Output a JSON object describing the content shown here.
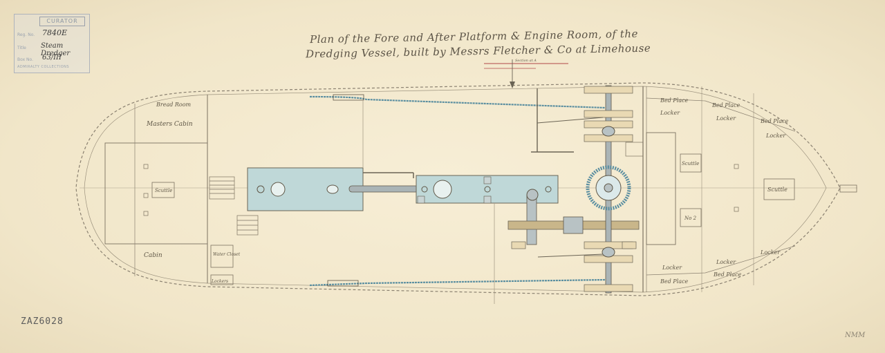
{
  "stamp": {
    "header": "CURATOR",
    "reg_label": "Reg. No.",
    "reg_value": "7840E",
    "title_label": "Title",
    "title_value": "Steam Dredger",
    "box_label": "Box No.",
    "box_value": "63/III",
    "footer": "ADMIRALTY COLLECTIONS"
  },
  "title": {
    "line1": "Plan of the Fore and After Platform & Engine Room, of the",
    "line2": "Dredging Vessel, built by Messrs Fletcher & Co at Limehouse"
  },
  "reference": "ZAZ6028",
  "signature": "NMM",
  "labels": {
    "bread_room": "Bread Room",
    "masters_cabin": "Masters Cabin",
    "cabin": "Cabin",
    "scuttle_aft": "Scuttle",
    "scuttle_mid": "Scuttle",
    "scuttle_fore": "Scuttle",
    "water_closet": "Water Closet",
    "lockers": "Lockers",
    "bed_place_1": "Bed Place",
    "bed_place_2": "Bed Place",
    "bed_place_3": "Bed Place",
    "bed_place_4": "Bed Place",
    "bed_place_5": "Bed Place",
    "locker_1": "Locker",
    "locker_2": "Locker",
    "locker_3": "Locker",
    "locker_4": "Locker",
    "locker_5": "Locker",
    "locker_6": "Locker",
    "no2": "No 2",
    "note": "Section at A"
  },
  "colors": {
    "ink": "#5e5646",
    "wash_blue": "#bfd8d8",
    "wash_brown": "#c9b68a",
    "wash_grey": "#b8c2c4"
  }
}
